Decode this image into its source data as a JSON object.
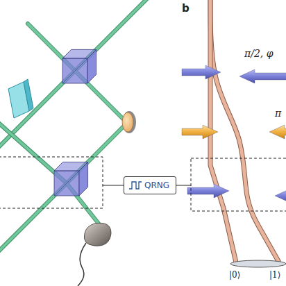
{
  "diagram": {
    "nodes": [
      {
        "text": [
          "QRNG"
        ]
      }
    ],
    "labels": [
      "b",
      "π/2, φ",
      "π",
      "|0⟩",
      "|1⟩"
    ]
  }
}
